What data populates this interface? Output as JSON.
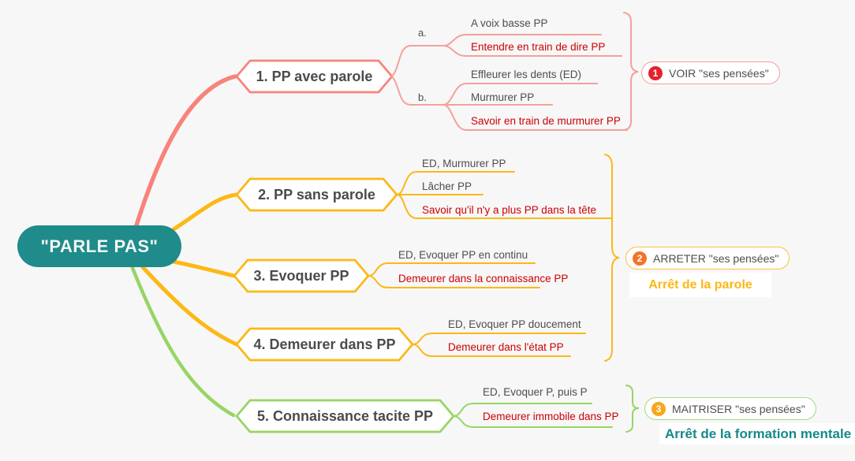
{
  "root": {
    "label": "\"PARLE PAS\""
  },
  "branches": [
    {
      "label": "1. PP avec parole",
      "color": "#f8837b",
      "groups": [
        {
          "label": "a.",
          "items": [
            {
              "text": "A voix basse PP",
              "emphasis": false
            },
            {
              "text": "Entendre en train de dire PP",
              "emphasis": true
            }
          ]
        },
        {
          "label": "b.",
          "items": [
            {
              "text": "Effleurer les dents (ED)",
              "emphasis": false
            },
            {
              "text": "Murmurer PP",
              "emphasis": false
            },
            {
              "text": "Savoir en train de murmurer PP",
              "emphasis": true
            }
          ]
        }
      ]
    },
    {
      "label": "2. PP sans parole",
      "color": "#fcb815",
      "items": [
        {
          "text": "ED, Murmurer PP",
          "emphasis": false
        },
        {
          "text": "Lâcher PP",
          "emphasis": false
        },
        {
          "text": "Savoir qu'il n'y a plus PP dans la tête",
          "emphasis": true
        }
      ]
    },
    {
      "label": "3. Evoquer PP",
      "color": "#fcb815",
      "items": [
        {
          "text": "ED, Evoquer PP en continu",
          "emphasis": false
        },
        {
          "text": "Demeurer dans la connaissance PP",
          "emphasis": true
        }
      ]
    },
    {
      "label": "4. Demeurer dans PP",
      "color": "#fcb815",
      "items": [
        {
          "text": "ED, Evoquer PP doucement",
          "emphasis": false
        },
        {
          "text": "Demeurer dans l'état PP",
          "emphasis": true
        }
      ]
    },
    {
      "label": "5. Connaissance tacite PP",
      "color": "#97d563",
      "items": [
        {
          "text": "ED, Evoquer P, puis P",
          "emphasis": false
        },
        {
          "text": "Demeurer immobile dans PP",
          "emphasis": true
        }
      ]
    }
  ],
  "annotations": [
    {
      "badge": "1",
      "badge_color": "#e3222b",
      "label": "VOIR \"ses pensées\""
    },
    {
      "badge": "2",
      "badge_color": "#f4732a",
      "label": "ARRETER \"ses pensées\"",
      "caption": "Arrêt de la parole",
      "caption_color": "#fcb714"
    },
    {
      "badge": "3",
      "badge_color": "#f9a61a",
      "label": "MAITRISER \"ses pensées\"",
      "caption": "Arrêt de la formation mentale",
      "caption_color": "#16898b"
    }
  ],
  "colors": {
    "background": "#f7f7f8",
    "root_fill": "#1f8b8b",
    "branch_pink": "#f8837b",
    "pink_light": "#f5a09a",
    "branch_yellow": "#fcb815",
    "branch_green": "#97d563",
    "leaf_text": "#4d4d4d",
    "leaf_emphasis_text": "#cc0000"
  }
}
